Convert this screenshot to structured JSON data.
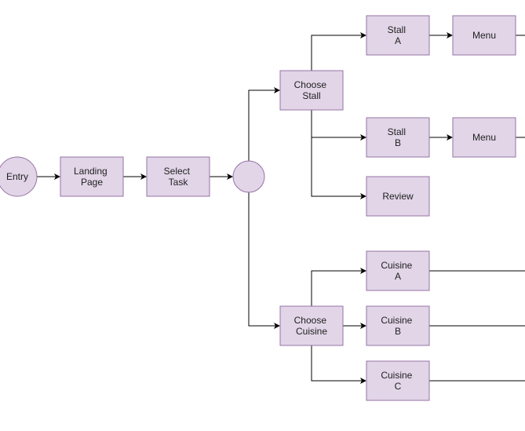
{
  "colors": {
    "node_fill": "#e1d5e7",
    "node_stroke": "#9673a6",
    "edge": "#000000"
  },
  "nodes": {
    "entry": [
      "Entry"
    ],
    "landing_page": [
      "Landing",
      "Page"
    ],
    "select_task": [
      "Select",
      "Task"
    ],
    "junction": [],
    "choose_stall": [
      "Choose",
      "Stall"
    ],
    "stall_a": [
      "Stall",
      "A"
    ],
    "menu_a": [
      "Menu"
    ],
    "stall_b": [
      "Stall",
      "B"
    ],
    "menu_b": [
      "Menu"
    ],
    "review": [
      "Review"
    ],
    "choose_cuisine": [
      "Choose",
      "Cuisine"
    ],
    "cuisine_a": [
      "Cuisine",
      "A"
    ],
    "cuisine_b": [
      "Cuisine",
      "B"
    ],
    "cuisine_c": [
      "Cuisine",
      "C"
    ]
  }
}
